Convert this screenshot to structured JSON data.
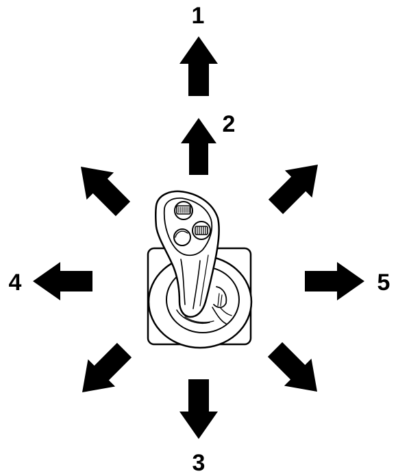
{
  "diagram": {
    "callouts": {
      "forward_full": "1",
      "forward_partial": "2",
      "backward": "3",
      "left": "4",
      "right": "5"
    },
    "colors": {
      "ink": "#000000",
      "paper": "#ffffff"
    },
    "icons": {
      "control": "joystick-icon",
      "direction": "arrow-icon"
    }
  }
}
